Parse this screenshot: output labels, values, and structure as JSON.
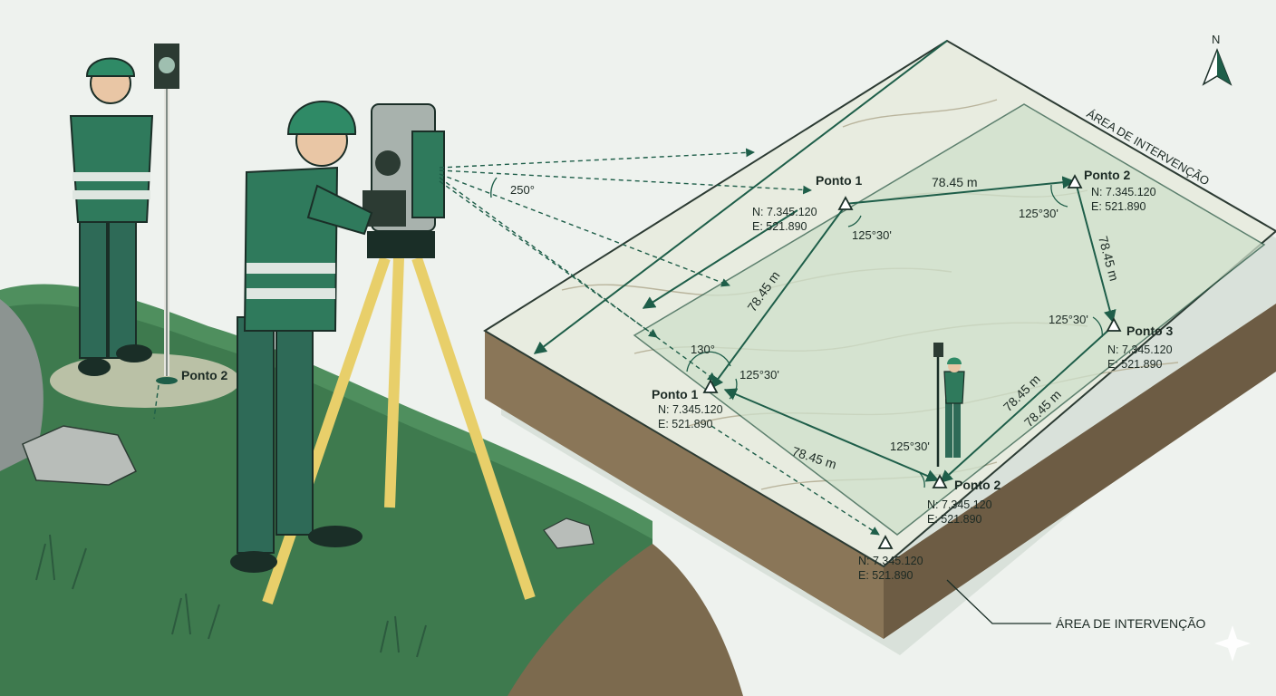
{
  "diagram": {
    "north_label": "N",
    "area_label_top": "ÁREA DE INTERVENÇÃO",
    "area_label_bottom": "ÁREA DE INTERVENÇÃO",
    "instrument_angle": "250°",
    "ground_point_label": "Ponto 2",
    "points": [
      {
        "id": "p1_top",
        "name": "Ponto 1",
        "n": "N: 7.345.120",
        "e": "E: 521.890"
      },
      {
        "id": "p2_top",
        "name": "Ponto 2",
        "n": "N: 7.345.120",
        "e": "E: 521.890"
      },
      {
        "id": "p3",
        "name": "Ponto 3",
        "n": "N: 7.345.120",
        "e": "E: 521.890"
      },
      {
        "id": "p1_left",
        "name": "Ponto 1",
        "n": "N: 7.345.120",
        "e": "E: 521.890"
      },
      {
        "id": "p2_bottom",
        "name": "Ponto 2",
        "n": "N: 7.345.120",
        "e": "E: 521.890"
      },
      {
        "id": "p_extra",
        "name": "",
        "n": "N: 7.345.120",
        "e": "E: 521.890"
      }
    ],
    "distances": [
      "78.45 m",
      "78.45 m",
      "78.45 m",
      "78.45 m",
      "78.45 m",
      "78.45 m"
    ],
    "angles": [
      "125°30'",
      "125°30'",
      "125°30'",
      "130°",
      "125°30'",
      "125°30'"
    ],
    "colors": {
      "accent": "#1f6e55",
      "terrain": "#e9ede1",
      "polygon": "#d6e6d2",
      "soil": "#7a6a4e",
      "grass": "#4f8f5e",
      "line": "#1e5e49"
    }
  }
}
